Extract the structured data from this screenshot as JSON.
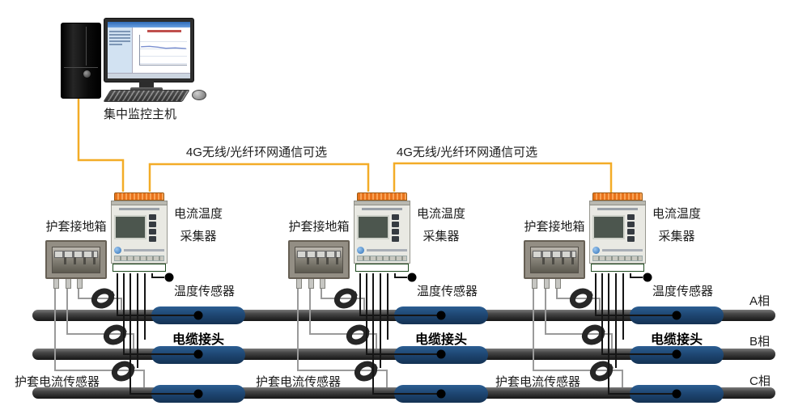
{
  "host": {
    "label": "集中监控主机"
  },
  "comm": {
    "label1": "4G无线/光纤环网通信可选",
    "label2": "4G无线/光纤环网通信可选"
  },
  "groups": [
    {
      "grounding_box_label": "护套接地箱",
      "collector_label_line1": "电流温度",
      "collector_label_line2": "采集器",
      "temp_sensor_label": "温度传感器",
      "cable_joint_label": "电缆接头",
      "sheath_current_label": "护套电流传感器"
    },
    {
      "grounding_box_label": "护套接地箱",
      "collector_label_line1": "电流温度",
      "collector_label_line2": "采集器",
      "temp_sensor_label": "温度传感器",
      "cable_joint_label": "电缆接头",
      "sheath_current_label": "护套电流传感器"
    },
    {
      "grounding_box_label": "护套接地箱",
      "collector_label_line1": "电流温度",
      "collector_label_line2": "采集器",
      "temp_sensor_label": "温度传感器",
      "cable_joint_label": "电缆接头",
      "sheath_current_label": "护套电流传感器"
    }
  ],
  "phases": {
    "a": "A相",
    "b": "B相",
    "c": "C相"
  },
  "colors": {
    "comm_line": "#f3ac27",
    "cable": "#3c3c3c",
    "cable_joint": "#1d4570",
    "terminal_top": "#e8731c",
    "terminal_bottom": "#3f7a3a",
    "ground_wire": "#9a9a9a",
    "sensor_wire": "#151515"
  }
}
